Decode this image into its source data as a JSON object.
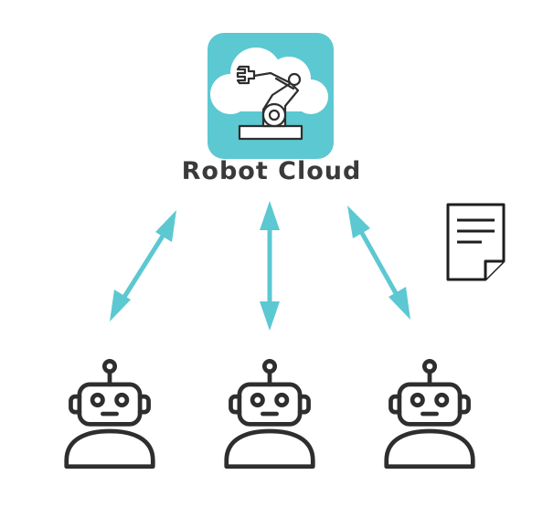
{
  "cloud": {
    "title": "Robot Cloud",
    "icon": "robot-arm-cloud-icon",
    "tile_color": "#5cc8d1"
  },
  "document_icon": "document-icon",
  "robots": [
    {
      "icon": "robot-icon"
    },
    {
      "icon": "robot-icon"
    },
    {
      "icon": "robot-icon"
    }
  ],
  "connections": [
    {
      "from": "robot-cloud",
      "to": "robot-1",
      "direction": "bidirectional"
    },
    {
      "from": "robot-cloud",
      "to": "robot-2",
      "direction": "bidirectional"
    },
    {
      "from": "robot-cloud",
      "to": "robot-3",
      "direction": "bidirectional"
    }
  ],
  "colors": {
    "arrow": "#5cc8d1",
    "stroke": "#2e2e2e",
    "text": "#3a3a3a"
  }
}
